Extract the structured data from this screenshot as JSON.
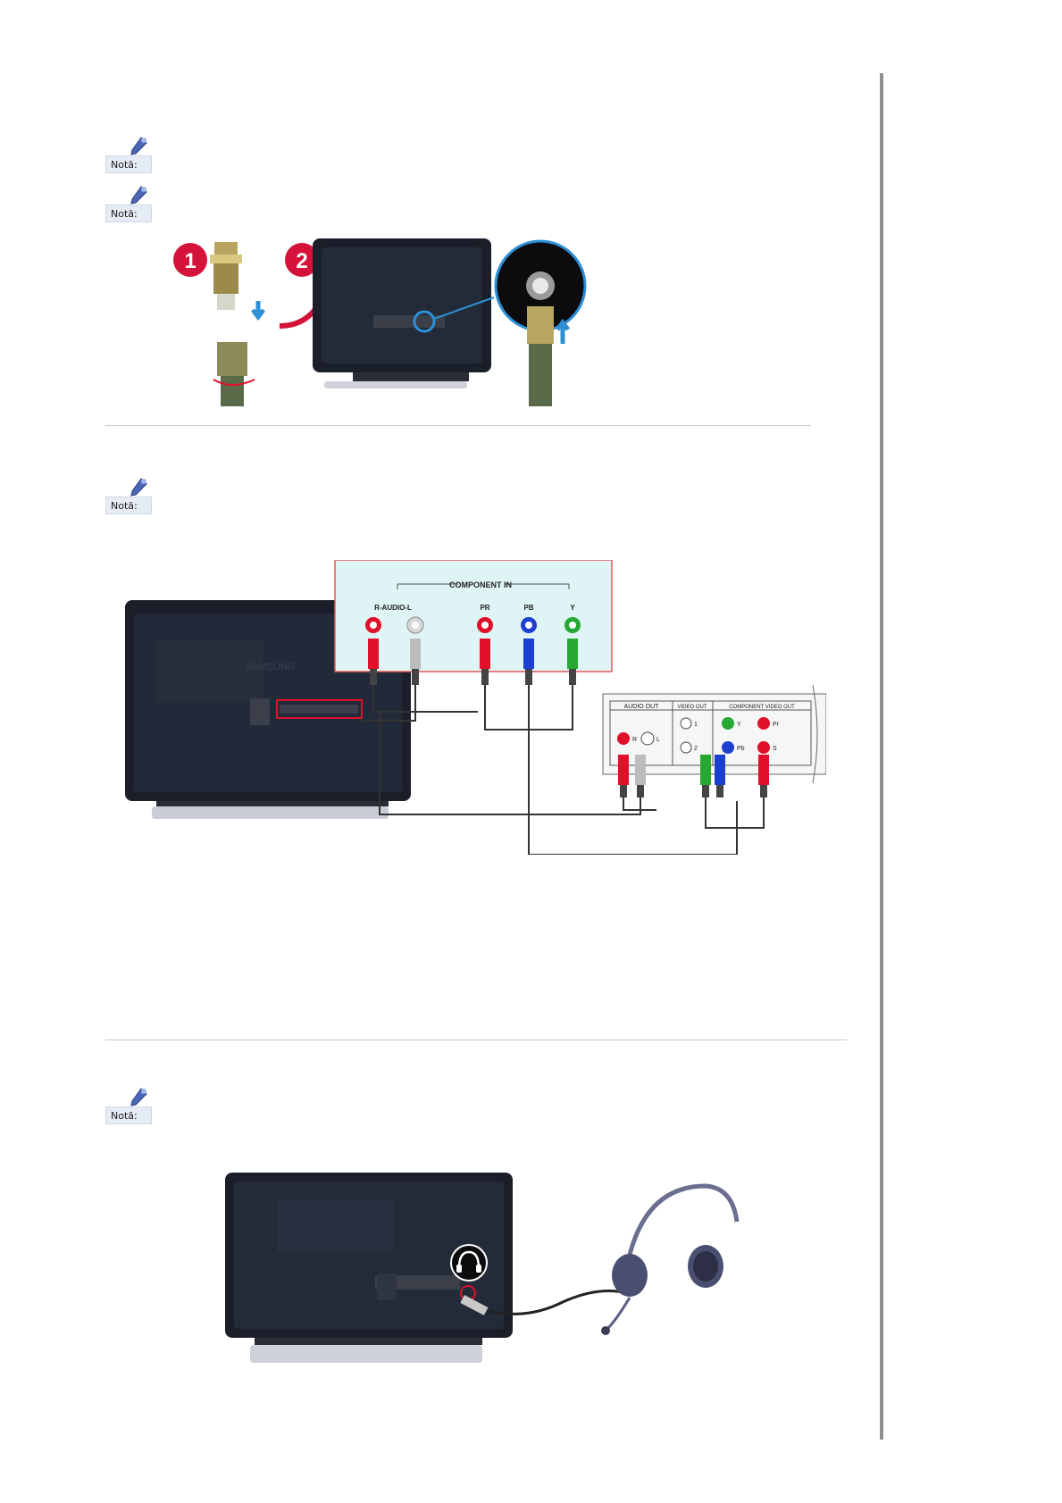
{
  "note_label": "Notă:",
  "steps": {
    "one": "1",
    "two": "2"
  },
  "component": {
    "header": "COMPONENT IN",
    "jacks": [
      "R-AUDIO-L",
      "PR",
      "PB",
      "Y"
    ],
    "brand": "SAMSUNG"
  },
  "source": {
    "audio_out": "AUDIO OUT",
    "video_out": "VIDEO OUT",
    "component_video_out": "COMPONENT VIDEO OUT",
    "labels": {
      "r": "R",
      "l": "L",
      "v1": "1",
      "v2": "2",
      "y": "Y",
      "pr": "Pr",
      "pb": "Pb",
      "s": "S"
    }
  },
  "colors": {
    "red": "#e0102a",
    "blue": "#1d3fd0",
    "green": "#26a832",
    "step_badge": "#d4123a",
    "arrow": "#2d8fd6"
  }
}
